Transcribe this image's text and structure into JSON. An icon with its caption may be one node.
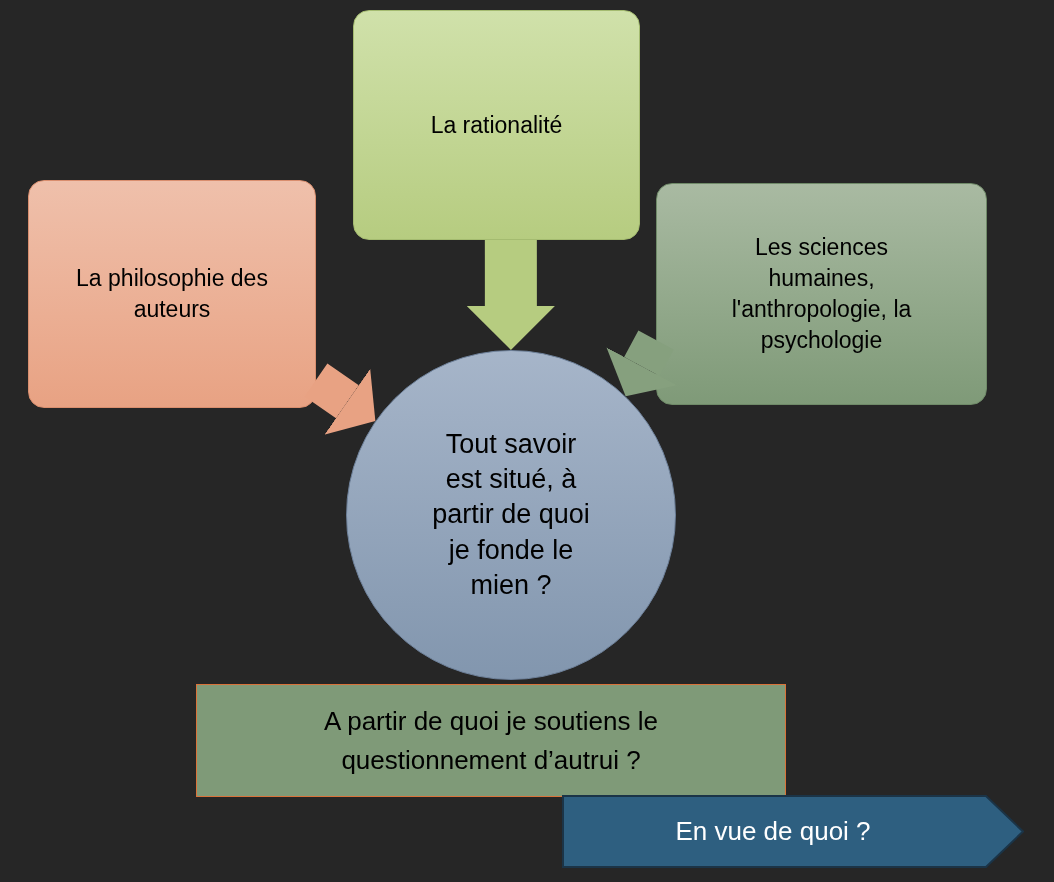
{
  "diagram": {
    "nodes": [
      {
        "text": [
          "La philosophie des auteurs"
        ]
      },
      {
        "text": [
          "La rationalité"
        ]
      },
      {
        "text": [
          "Les sciences humaines, l'anthropologie, la psychologie"
        ]
      },
      {
        "text": [
          "Tout savoir est situé, à partir de quoi je fonde le mien ?"
        ]
      },
      {
        "text": [
          "A partir de quoi je soutiens le questionnement d’autrui ?"
        ]
      },
      {
        "text": [
          "En vue de quoi ?"
        ]
      }
    ],
    "edges": [
      {
        "from": 0,
        "to": 3,
        "arrow": "to",
        "color": "#e8a283"
      },
      {
        "from": 1,
        "to": 3,
        "arrow": "to",
        "color": "#b6cc80"
      },
      {
        "from": 2,
        "to": 3,
        "arrow": "to",
        "color": "#86a07e"
      }
    ]
  }
}
